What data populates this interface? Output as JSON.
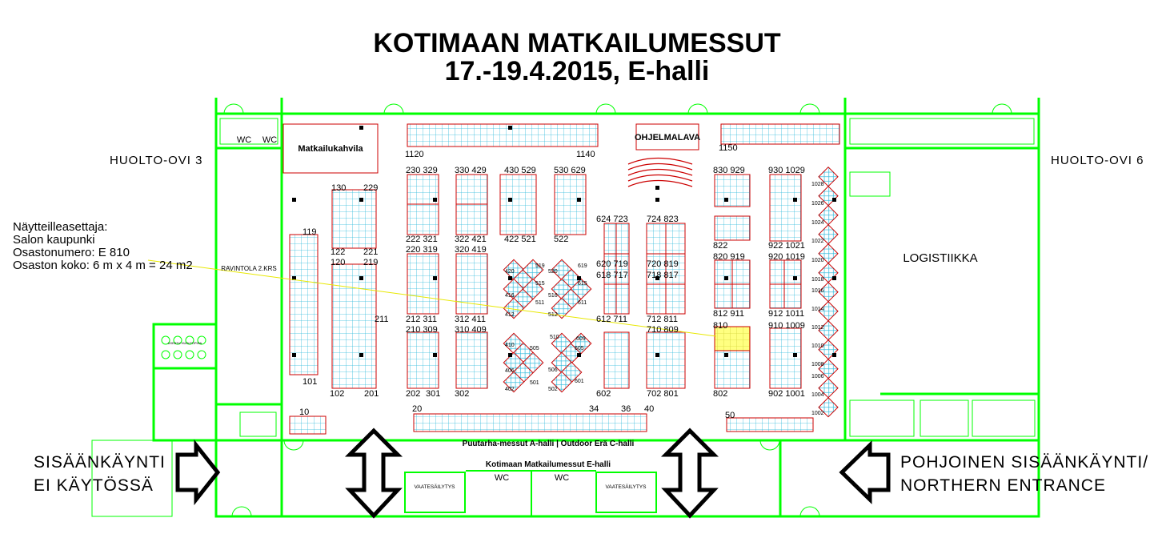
{
  "title_line1": "KOTIMAAN MATKAILUMESSUT",
  "title_line2": "17.-19.4.2015, E-halli",
  "labels": {
    "huolto3": "HUOLTO-OVI 3",
    "huolto6": "HUOLTO-OVI 6",
    "entrance_left_1": "SISÄÄNKÄYNTI",
    "entrance_left_2": "EI KÄYTÖSSÄ",
    "entrance_right_1": "POHJOINEN SISÄÄNKÄYNTI/",
    "entrance_right_2": "NORTHERN ENTRANCE",
    "logistiikka": "LOGISTIIKKA",
    "matkailukahvila": "Matkailukahvila",
    "ohjelmalava": "OHJELMALAVA",
    "ravintola": "RAVINTOLA 2.KRS",
    "wc": "WC",
    "halls": "Puutarha-messut A-halli | Outdoor Erä C-halli",
    "ehalli": "Kotimaan Matkailumessut E-halli",
    "vaatesailytys": "VAATESÄILYTYS",
    "aseatu": "ASEATU HUOLTOPIHA"
  },
  "exhibitor_note": {
    "line1": "Näytteilleasettaja:",
    "line2": "Salon kaupunki",
    "line3": "Osastonumero: E 810",
    "line4": "Osaston koko: 6 m x 4 m = 24 m2"
  },
  "booth_labels": [
    "1120",
    "1140",
    "1150",
    "10",
    "20",
    "34",
    "36",
    "40",
    "50",
    "130",
    "229",
    "119",
    "122",
    "221",
    "120",
    "219",
    "211",
    "101",
    "102",
    "201",
    "230 329",
    "222 321",
    "220 319",
    "212 311",
    "210 309",
    "202",
    "301",
    "330 429",
    "322 421",
    "320 419",
    "312 411",
    "310 409",
    "302",
    "430 529",
    "422 521",
    "530 629",
    "522",
    "624 723",
    "620 719",
    "618 717",
    "612 711",
    "602",
    "724 823",
    "720 819",
    "718 817",
    "712 811",
    "710 809",
    "702 801",
    "830 929",
    "822",
    "820 919",
    "812 911",
    "810",
    "802",
    "930 1029",
    "922 1021",
    "920 1019",
    "912 1011",
    "910 1009",
    "902 1001",
    "420",
    "416",
    "412",
    "519",
    "515",
    "511",
    "520",
    "516",
    "512",
    "619",
    "615",
    "611",
    "410",
    "406",
    "402",
    "505",
    "501",
    "510",
    "506",
    "502",
    "609",
    "605",
    "601",
    "1028",
    "1026",
    "1024",
    "1022",
    "1020",
    "1018",
    "1016",
    "1014",
    "1012",
    "1010",
    "1008",
    "1006",
    "1004",
    "1002"
  ],
  "highlight": {
    "booth": "810",
    "color": "#ffff80"
  },
  "colors": {
    "wall": "#00ff00",
    "booth_border": "#cc0000",
    "grid": "#33bbdd",
    "pointer": "#e8e800"
  }
}
